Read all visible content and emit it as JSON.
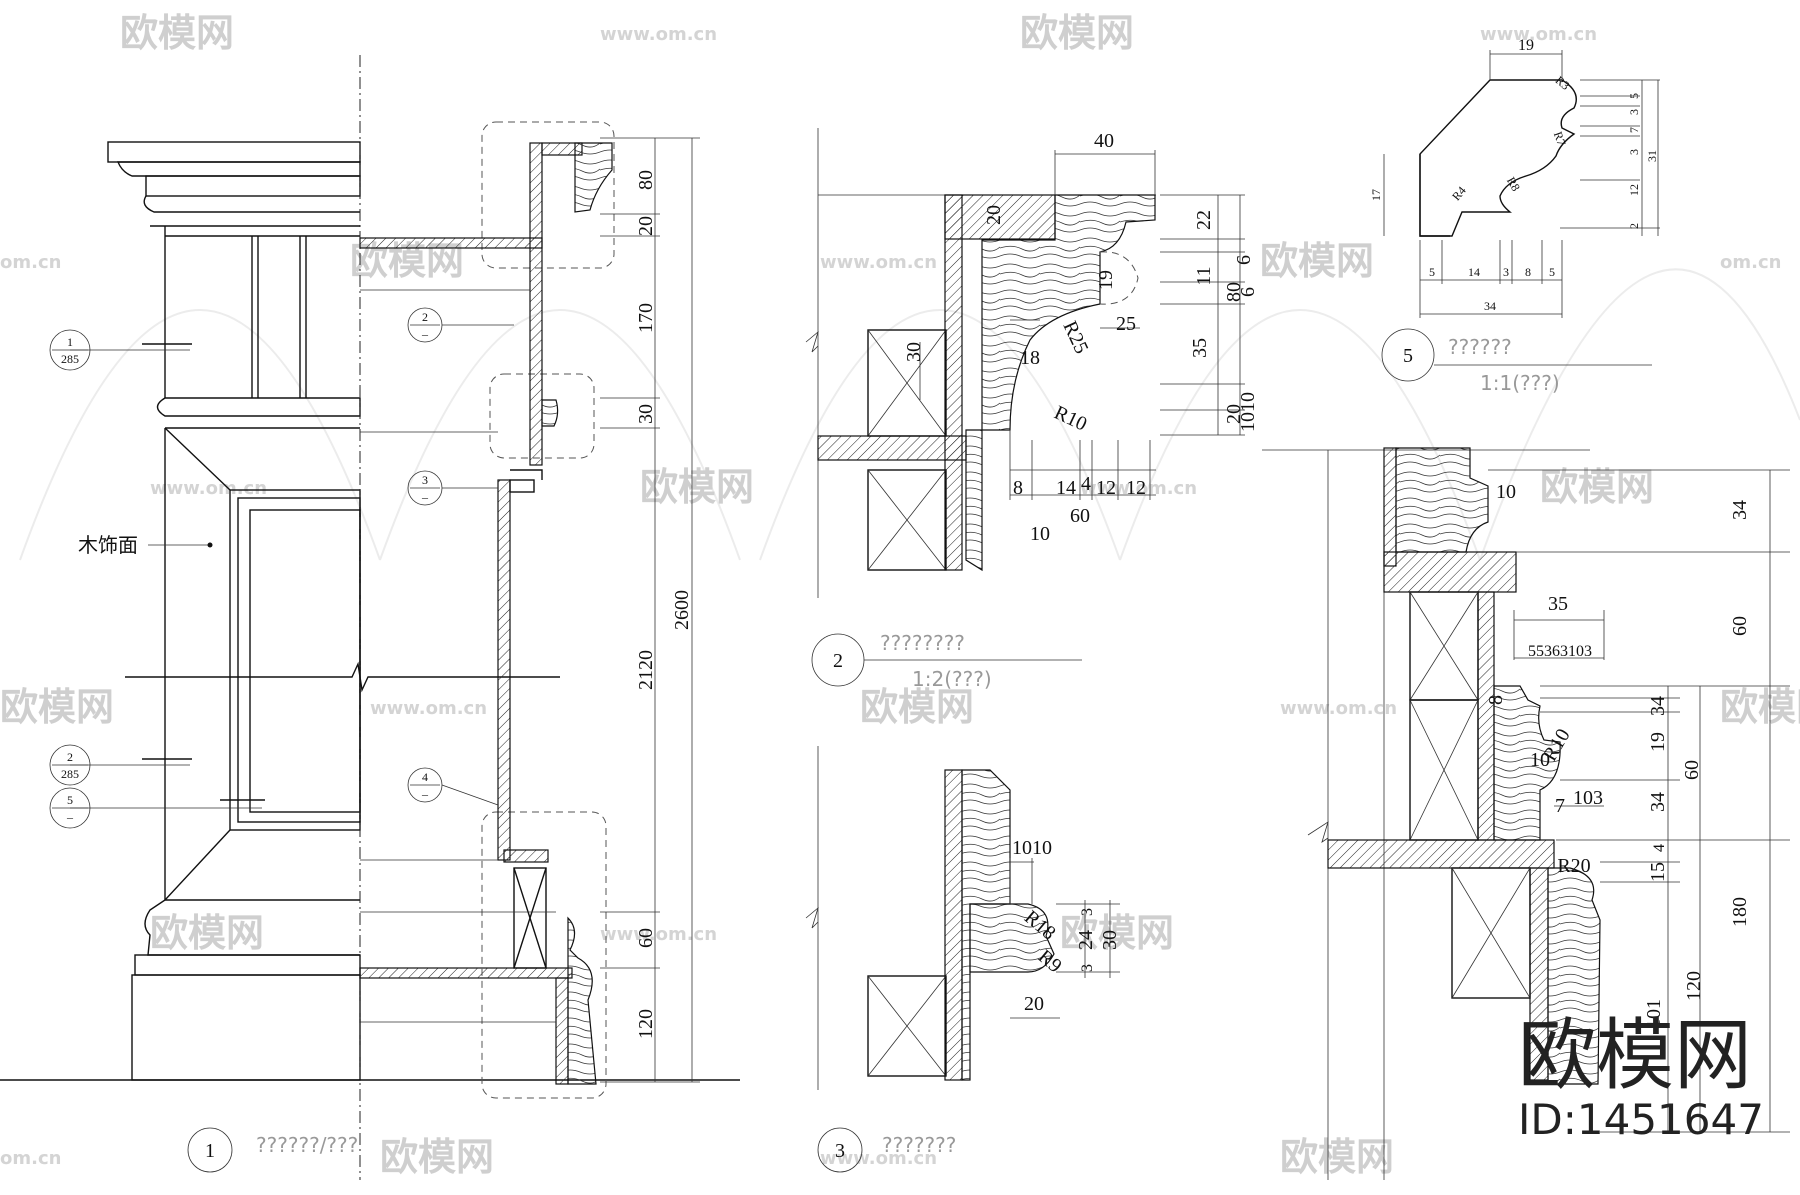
{
  "drawing": {
    "label_wood_face": "木饰面",
    "view1": {
      "number": "1",
      "title": "??????/???",
      "dims": [
        "80",
        "20",
        "170",
        "30",
        "2120",
        "2600",
        "60",
        "120"
      ],
      "callout_1": {
        "top": "1",
        "bottom": "285"
      },
      "callout_2": {
        "top": "2",
        "bottom": "285"
      },
      "callout_5": {
        "top": "5",
        "bottom": "–"
      },
      "section_tags": [
        {
          "top": "2",
          "bottom": "–"
        },
        {
          "top": "3",
          "bottom": "–"
        },
        {
          "top": "4",
          "bottom": "–"
        }
      ]
    },
    "detail2": {
      "number": "2",
      "title": "????????",
      "scale": "1:2(???)",
      "dims": [
        "40",
        "20",
        "22",
        "6",
        "11",
        "19",
        "80",
        "6",
        "25",
        "R25",
        "30",
        "18",
        "35",
        "20",
        "1010",
        "R10",
        "8",
        "14",
        "4",
        "12",
        "12",
        "60",
        "10"
      ]
    },
    "detail3": {
      "number": "3",
      "title": "???????",
      "dims": [
        "1010",
        "R18",
        "R9",
        "3",
        "24",
        "3",
        "30",
        "20"
      ]
    },
    "detail5": {
      "number": "5",
      "title": "??????",
      "scale": "1:1(???)",
      "dims": [
        "19",
        "R3",
        "R7",
        "R8",
        "R4",
        "17",
        "5",
        "3",
        "7",
        "3",
        "12",
        "2",
        "31",
        "5",
        "14",
        "3",
        "8",
        "5",
        "34"
      ]
    },
    "detail4": {
      "dims": [
        "10",
        "34",
        "35",
        "60",
        "55363103",
        "8",
        "34",
        "R10",
        "19",
        "10",
        "60",
        "103",
        "7",
        "34",
        "R20",
        "15",
        "4",
        "180",
        "120",
        "101"
      ]
    }
  },
  "watermark": {
    "brand": "欧模网",
    "url": "www.om.cn",
    "short_url": "om.cn",
    "id_label": "ID:1451647"
  }
}
